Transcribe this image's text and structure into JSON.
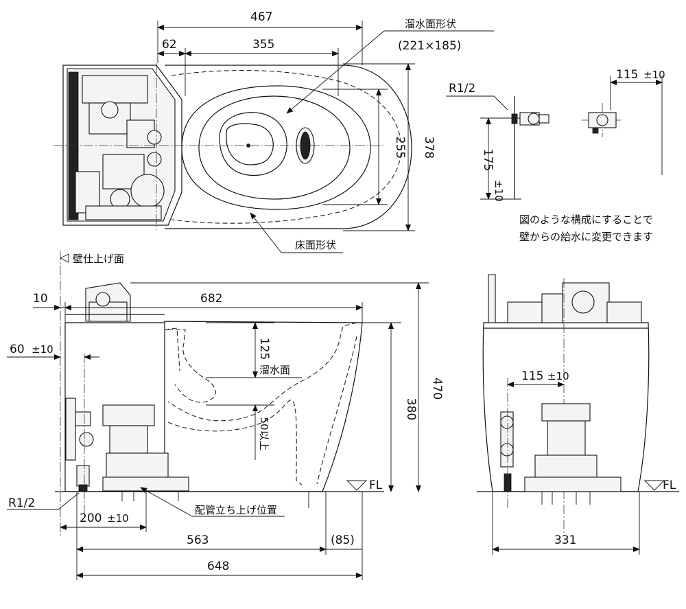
{
  "labels": {
    "bowl_water_shape": "溜水面形状",
    "bowl_water_size": "(221×185)",
    "floor_shape": "床面形状",
    "wall_finish": "壁仕上げ面",
    "water_level": "溜水面",
    "water_depth_note": "50以上",
    "pipe_position": "配管立ち上げ位置",
    "fl_left": "FL",
    "fl_right": "FL",
    "thread_top": "R1/2",
    "thread_bottom": "R1/2",
    "note_line1": "図のような構成にすることで",
    "note_line2": "壁からの給水に変更できます"
  },
  "dimensions": {
    "top_467": "467",
    "top_62": "62",
    "top_355": "355",
    "top_255": "255",
    "top_378": "378",
    "wall_115_top": "115",
    "wall_115_top_tol": "±10",
    "wall_175": "175",
    "wall_175_tol": "±10",
    "side_10": "10",
    "side_682": "682",
    "side_60": "60",
    "side_60_tol": "±10",
    "side_125": "125",
    "side_380": "380",
    "side_470": "470",
    "side_200": "200",
    "side_200_tol": "±10",
    "side_563": "563",
    "side_85": "(85)",
    "side_648": "648",
    "front_115": "115",
    "front_115_tol": "±10",
    "front_331": "331"
  }
}
